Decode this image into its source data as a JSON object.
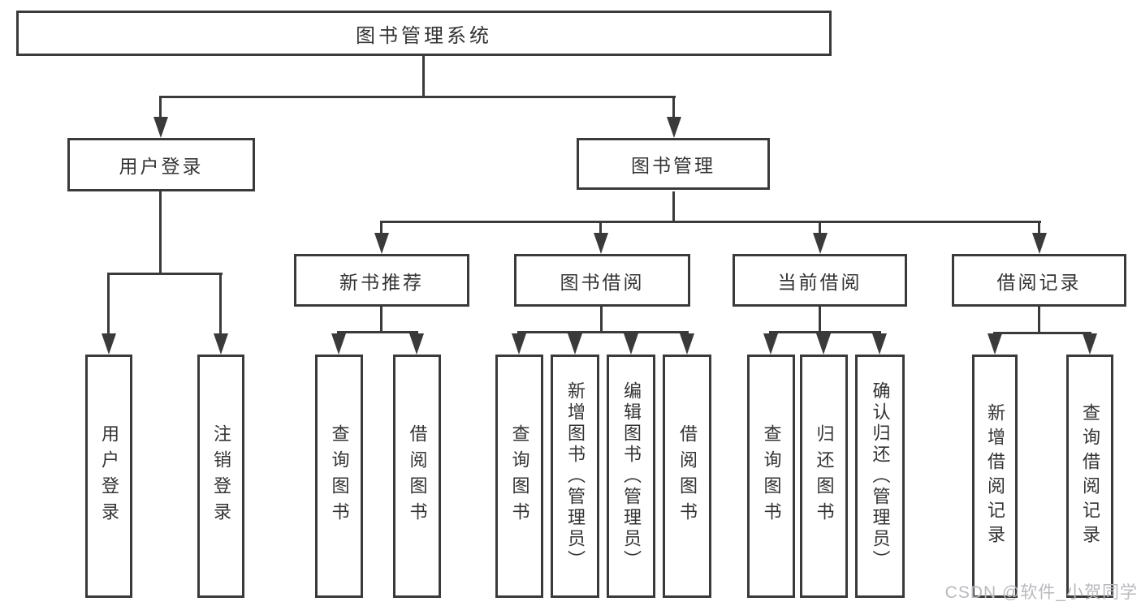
{
  "nodes": {
    "root": {
      "label": "图书管理系统"
    },
    "level2": [
      {
        "label": "用户登录"
      },
      {
        "label": "图书管理"
      }
    ],
    "level3": [
      {
        "label": "新书推荐"
      },
      {
        "label": "图书借阅"
      },
      {
        "label": "当前借阅"
      },
      {
        "label": "借阅记录"
      }
    ],
    "leaves": [
      {
        "label": "用户登录"
      },
      {
        "label": "注销登录"
      },
      {
        "label": "查询图书"
      },
      {
        "label": "借阅图书"
      },
      {
        "label": "查询图书"
      },
      {
        "label": "新增图书（管理员）"
      },
      {
        "label": "编辑图书（管理员）"
      },
      {
        "label": "借阅图书"
      },
      {
        "label": "查询图书"
      },
      {
        "label": "归还图书"
      },
      {
        "label": "确认归还（管理员）"
      },
      {
        "label": "新增借阅记录"
      },
      {
        "label": "查询借阅记录"
      }
    ]
  },
  "tree": {
    "图书管理系统": {
      "用户登录": [
        "用户登录",
        "注销登录"
      ],
      "图书管理": {
        "新书推荐": [
          "查询图书",
          "借阅图书"
        ],
        "图书借阅": [
          "查询图书",
          "新增图书（管理员）",
          "编辑图书（管理员）",
          "借阅图书"
        ],
        "当前借阅": [
          "查询图书",
          "归还图书",
          "确认归还（管理员）"
        ],
        "借阅记录": [
          "新增借阅记录",
          "查询借阅记录"
        ]
      }
    }
  },
  "watermark": {
    "text": "CSDN @软件_小贺同学",
    "color": "#b9b9be"
  },
  "colors": {
    "line": "#3a3a3a",
    "text": "#333333",
    "background": "#ffffff"
  }
}
